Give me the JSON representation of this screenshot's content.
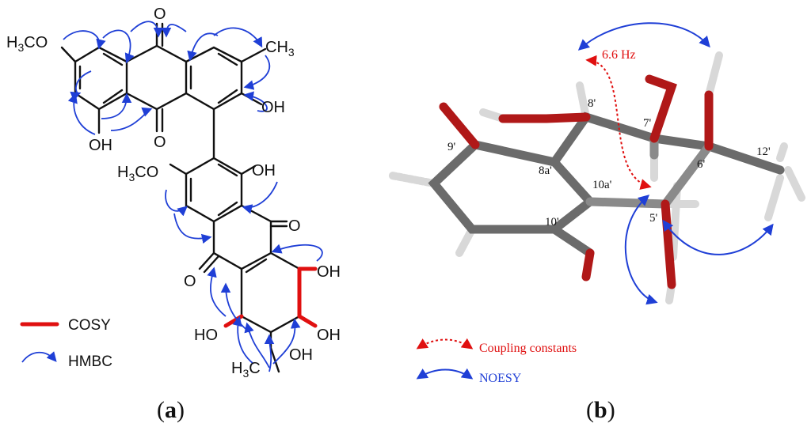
{
  "panel_a": {
    "label_a": "a",
    "atoms": {
      "o_top": "O",
      "o_mid": "O",
      "methoxy_1": "H3CO",
      "methyl_1": "CH3",
      "oh_top_right": "OH",
      "oh_left": "OH",
      "methoxy_2": "H3CO",
      "oh_mid": "OH",
      "o_right": "O",
      "o_left_low": "O",
      "oh_ring_right": "OH",
      "ho_left": "HO",
      "oh_low_right": "OH",
      "oh_bottom": "OH",
      "methyl_2": "H3C"
    },
    "legend": {
      "cosy": "COSY",
      "hmbc": "HMBC"
    }
  },
  "panel_b": {
    "label_b": "b",
    "numbering": [
      "8'",
      "7'",
      "9'",
      "8a'",
      "10a'",
      "6'",
      "12'",
      "5'",
      "10'"
    ],
    "coupling_value": "6.6 Hz",
    "legend": {
      "coupling": "Coupling constants",
      "noesy": "NOESY"
    }
  },
  "colors": {
    "hmbc": "#1f3fd6",
    "cosy": "#e01010",
    "oxygen": "#b01818",
    "carbon": "#6b6b6b",
    "hydrogen": "#d8d8d8"
  }
}
